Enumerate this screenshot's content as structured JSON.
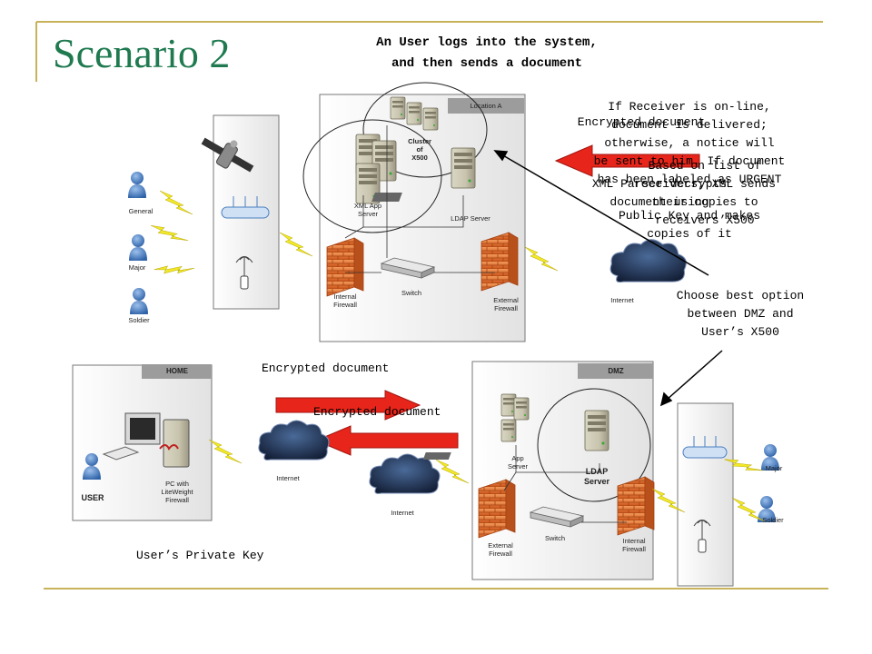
{
  "slide": {
    "title": "Scenario 2",
    "subtitle_line1": "An User logs into the system,",
    "subtitle_line2": "and then sends a document"
  },
  "annotations": {
    "receiver_online": [
      "If Receiver is on-line,",
      "document is delivered;",
      "otherwise, a notice will",
      "be sent to him. If document",
      "has been labeled as URGENT",
      "Public Key and makes",
      "copies of it"
    ],
    "encrypted_overlay": "Encrypted document",
    "based_on_list": [
      "Based on list of",
      "receivers, XML sends",
      "their copies to",
      "receivers’X500"
    ],
    "xml_parser": [
      "XML Parser decrypts",
      "document using"
    ],
    "choose_best": [
      "Choose best option",
      "between DMZ and",
      "User’s X500"
    ],
    "encrypted_top": "Encrypted document",
    "encrypted_bottom": "Encrypted document",
    "private_key": "User’s Private Key"
  },
  "location_a": {
    "box_label": "Location A",
    "cluster_label": [
      "Cluster",
      "of",
      "X500"
    ],
    "xml_app_server": [
      "XML App",
      "Server"
    ],
    "ldap_server": "LDAP Server",
    "internal_firewall": [
      "Internal",
      "Firewall"
    ],
    "switch": "Switch",
    "external_firewall": [
      "External",
      "Firewall"
    ]
  },
  "left_users": {
    "general": "General",
    "major": "Major",
    "soldier": "Soldier"
  },
  "internet_labels": {
    "top": "Internet",
    "home": "Internet",
    "dmz": "Internet"
  },
  "home": {
    "box_label": "HOME",
    "pc_label": [
      "PC with",
      "LiteWeight",
      "Firewall"
    ],
    "user_label": "USER"
  },
  "dmz": {
    "box_label": "DMZ",
    "app_server": [
      "App",
      "Server"
    ],
    "ldap_server": [
      "LDAP",
      "Server"
    ],
    "external_firewall": [
      "External",
      "Firewall"
    ],
    "switch": "Switch",
    "internal_firewall": [
      "Internal",
      "Firewall"
    ]
  },
  "right_users": {
    "major": "Major",
    "soldier": "Soldier"
  },
  "colors": {
    "title": "#1f7a50",
    "frame_gold": "#c8b25a",
    "arrow_red": "#e8251a",
    "firewall_orange": "#e2722d",
    "user_blue": "#4a7fc1",
    "cloud_dark": "#1e2e48",
    "lightning_yellow": "#f2e82a"
  }
}
